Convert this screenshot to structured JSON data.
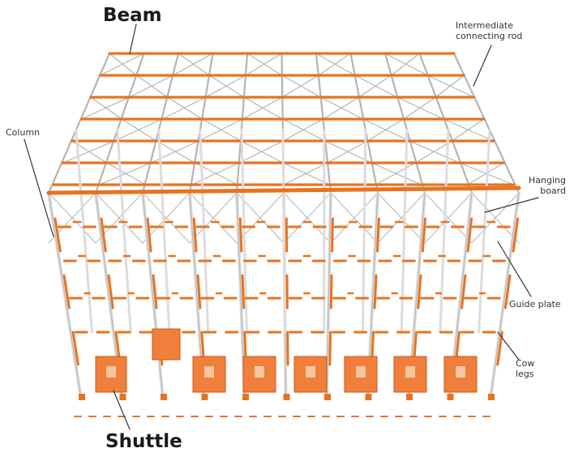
{
  "labels": {
    "beam": "Beam",
    "intermediate_line1": "Intermediate",
    "intermediate_line2": "connecting rod",
    "column": "Column",
    "hanging_line1": "Hanging",
    "hanging_line2": "board",
    "guide_plate": "Guide plate",
    "cow_line1": "Cow",
    "cow_line2": "legs",
    "shuttle": "Shuttle"
  },
  "colors": {
    "beam": "#e8731f",
    "frame": "#dcdcdc",
    "frame_edge": "#b4b4b4",
    "shuttle": "#ef7f3a",
    "leader": "#333333"
  }
}
